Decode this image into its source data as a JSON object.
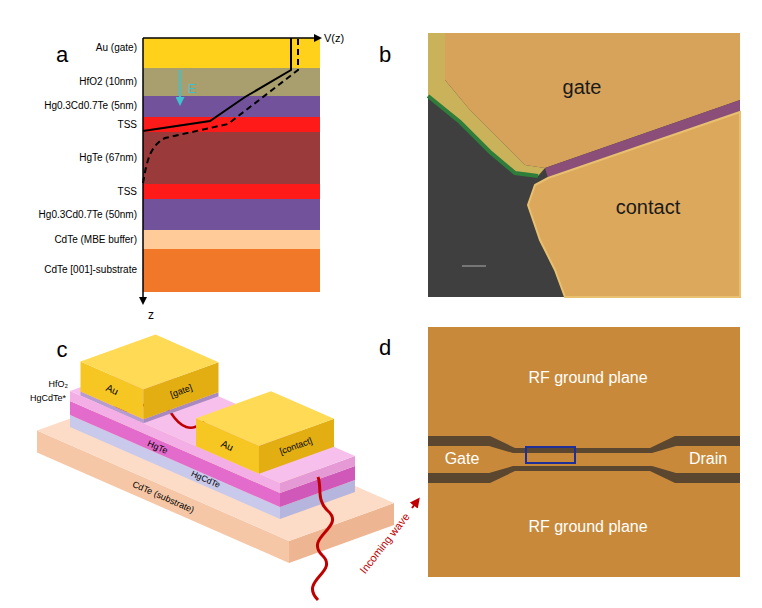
{
  "diagram": {
    "labels": [
      "a",
      "V(z)",
      "Au (gate)",
      "HfO2 (10nm)",
      "E",
      "Hg0.3Cd0.7Te (5nm)",
      "TSS",
      "HgTe (67nm)",
      "TSS",
      "Hg0.3Cd0.7Te (50nm)",
      "CdTe (MBE buffer)",
      "CdTe [001]-substrate",
      "z",
      "b",
      "gate",
      "contact",
      "c",
      "HfO₂",
      "HgCdTe*",
      "Au",
      "[gate]",
      "HgTe",
      "Au",
      "[contact]",
      "HgCdTe",
      "CdTe (substrate)",
      "Incoming wave",
      "d",
      "RF ground plane",
      "Gate",
      "Drain",
      "RF ground plane"
    ]
  }
}
